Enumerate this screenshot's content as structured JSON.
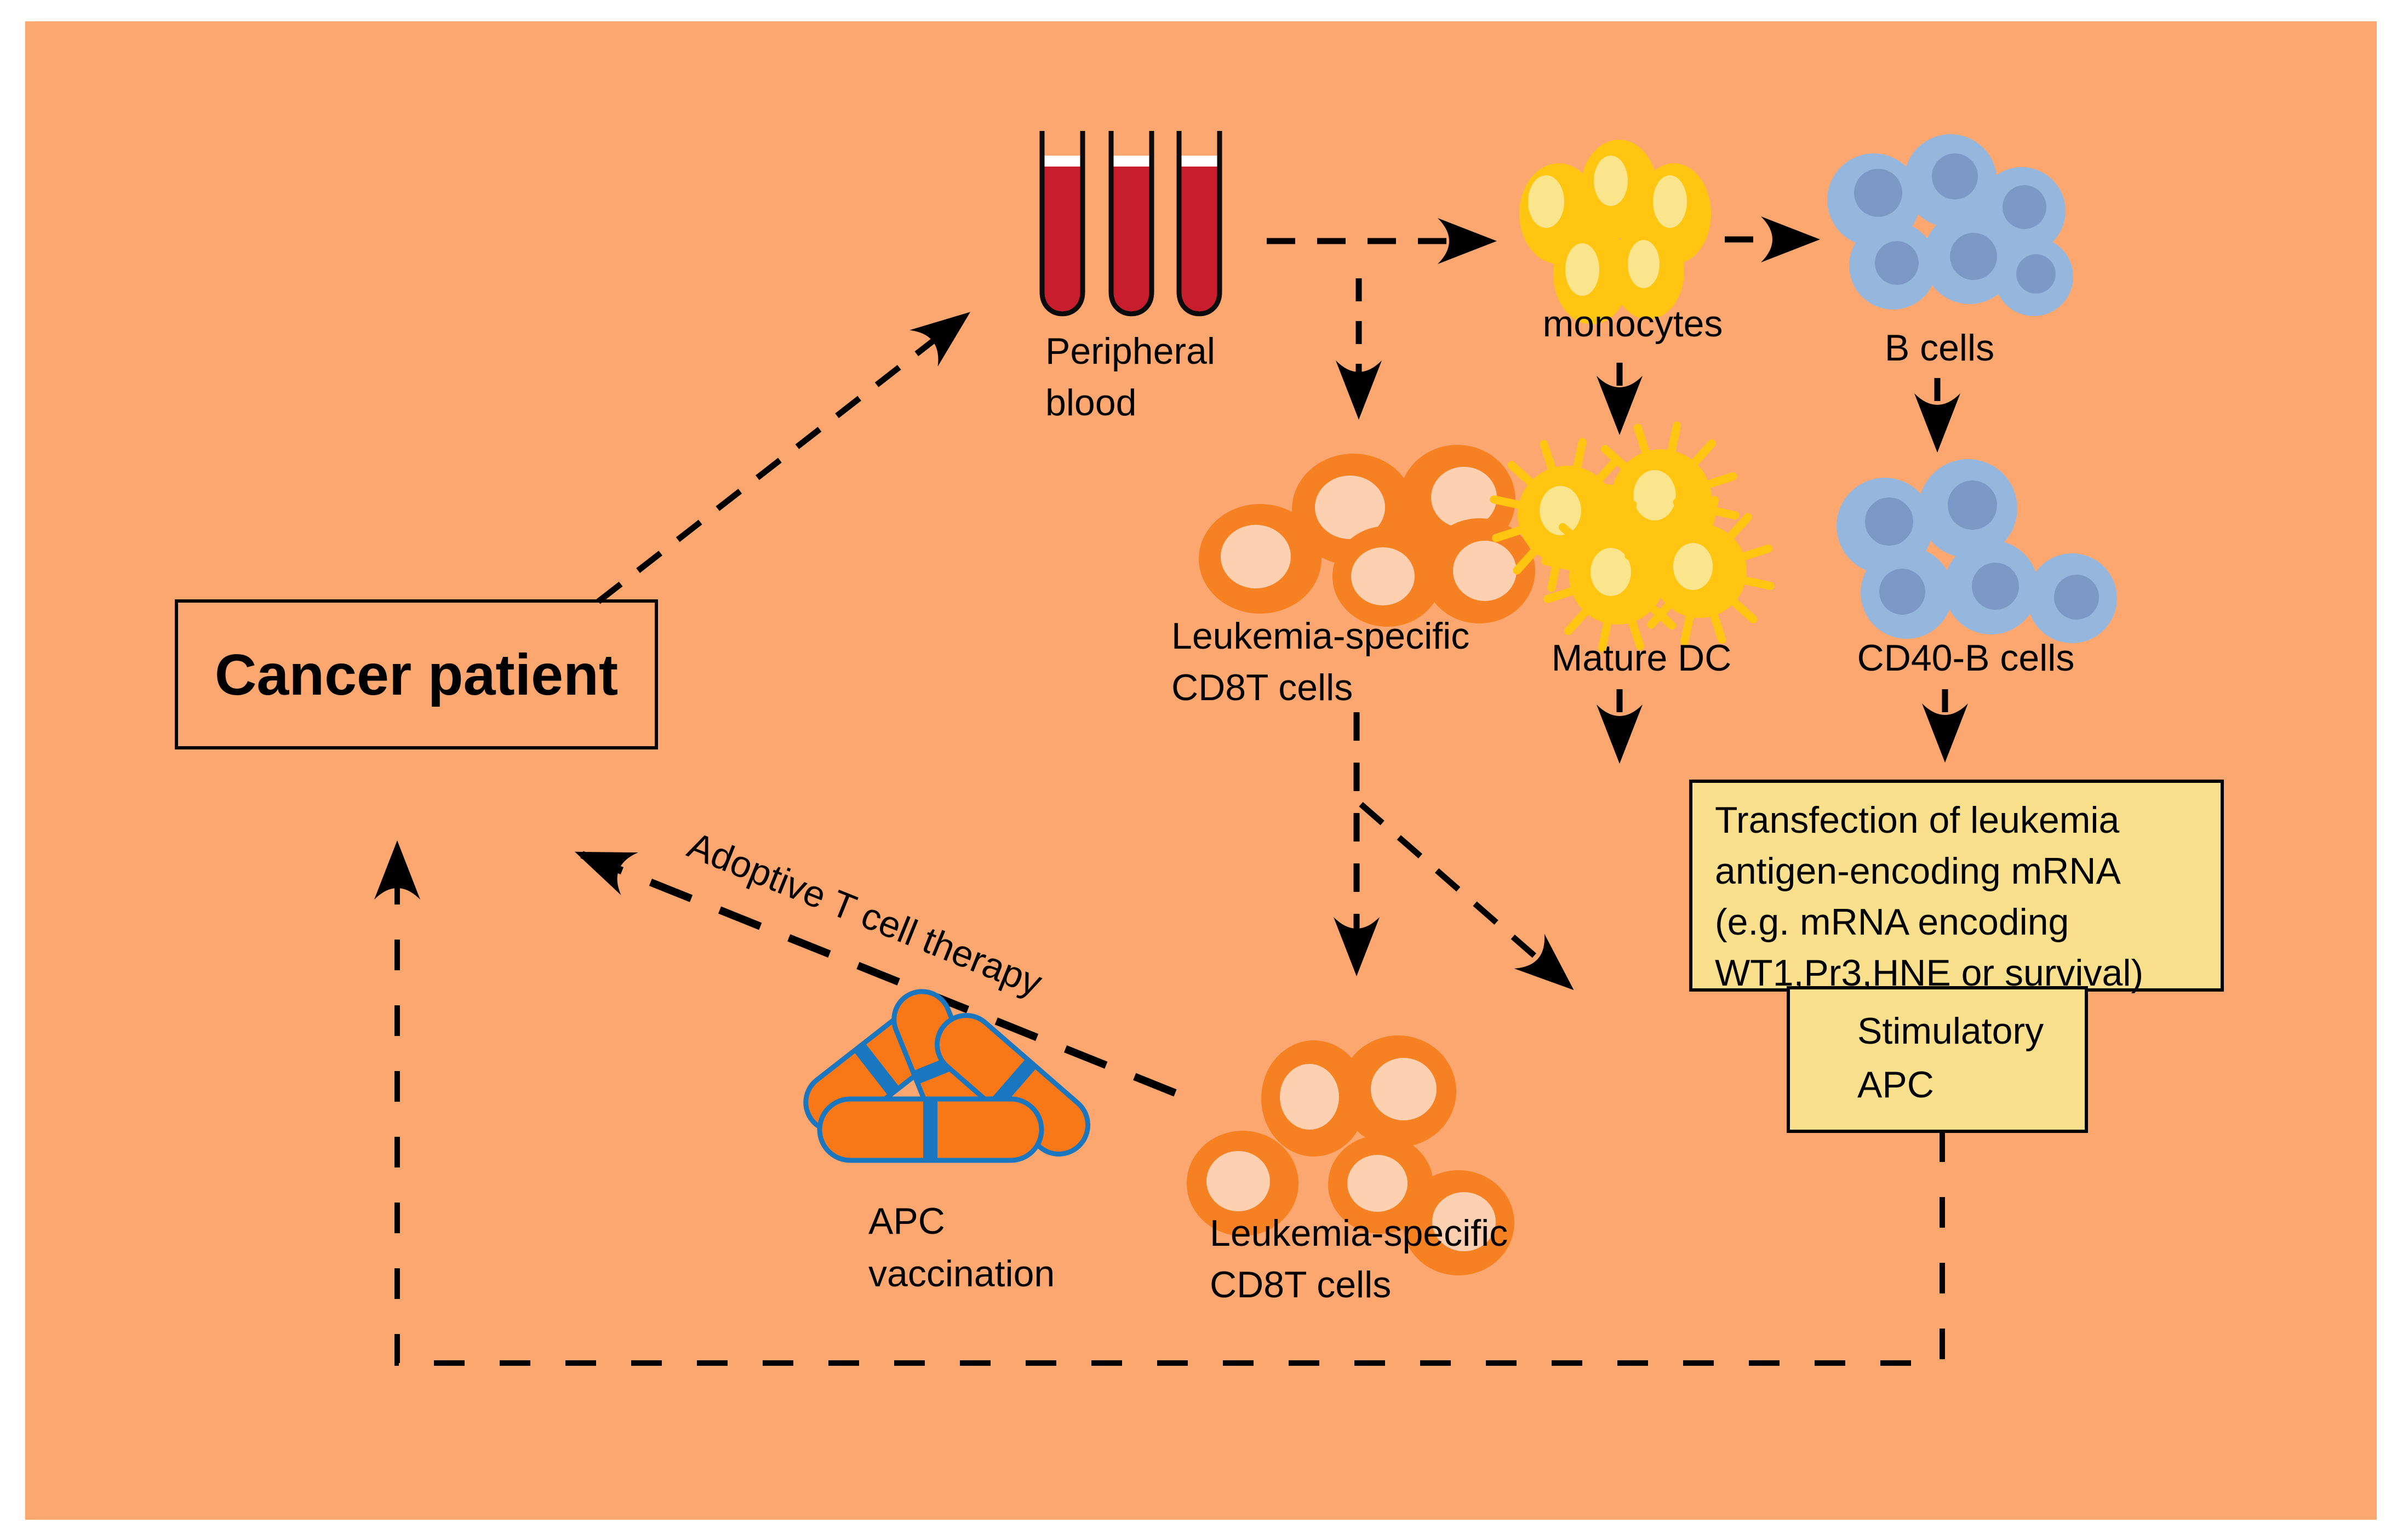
{
  "colors": {
    "background": "#FCA770",
    "blood_red": "#C71D2C",
    "gold_cell": "#FFC510",
    "gold_nucleus": "#FAE48C",
    "blue_cell": "#95B7DD",
    "blue_nucleus": "#7C98C7",
    "orange_cell": "#F68122",
    "orange_nucleus": "#FCD0B0",
    "pill_orange": "#F87818",
    "pill_blue": "#1B76C0",
    "box_yellow": "#FAE08C",
    "line_black": "#000000"
  },
  "labels": {
    "cancer_patient": "Cancer patient",
    "peripheral_1": "Peripheral",
    "peripheral_2": "blood",
    "monocytes": "monocytes",
    "b_cells": "B cells",
    "cd8_top_1": "Leukemia-specific",
    "cd8_top_2": "CD8T cells",
    "mature_dc": "Mature DC",
    "cd40_b": "CD40-B cells",
    "transfection_1": "Transfection of leukemia",
    "transfection_2": "antigen-encoding mRNA",
    "transfection_3": "(e.g. mRNA encoding",
    "transfection_4": "WT1,Pr3,HNE or survival)",
    "stimulatory_1": "Stimulatory",
    "stimulatory_2": "APC",
    "apc_1": "APC",
    "apc_2": "vaccination",
    "cd8_bottom_1": "Leukemia-specific",
    "cd8_bottom_2": "CD8T cells",
    "adoptive": "Adoptive T cell therapy"
  }
}
